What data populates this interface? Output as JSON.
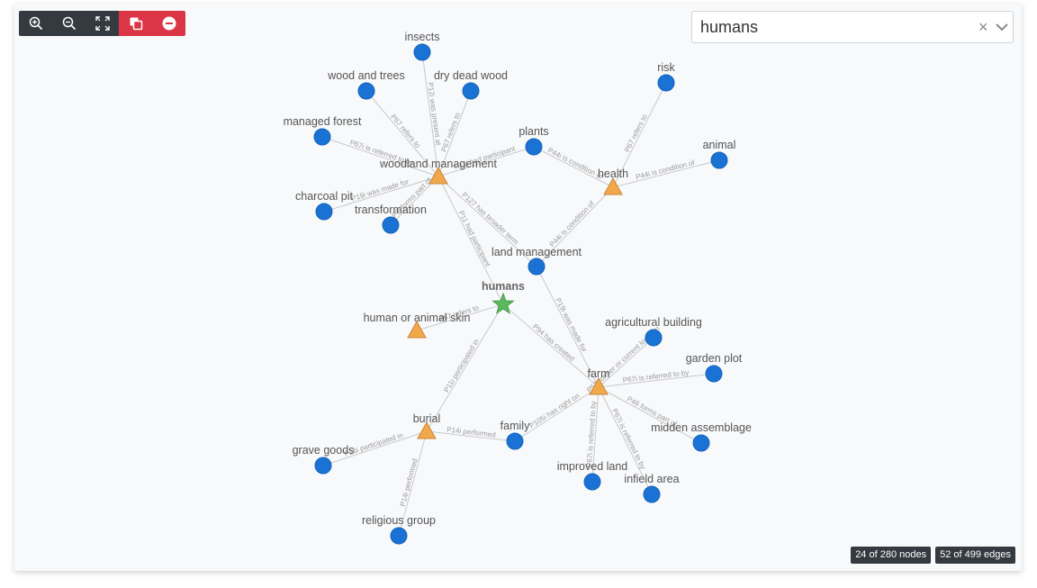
{
  "toolbar": {
    "buttons": [
      {
        "id": "zoom-in",
        "icon": "zoom-in-icon",
        "color": "#343a40"
      },
      {
        "id": "zoom-out",
        "icon": "zoom-out-icon",
        "color": "#343a40"
      },
      {
        "id": "fit",
        "icon": "expand-icon",
        "color": "#343a40"
      },
      {
        "id": "copy",
        "icon": "copy-icon",
        "color": "#dc3545"
      },
      {
        "id": "remove",
        "icon": "minus-circle-icon",
        "color": "#dc3545"
      }
    ]
  },
  "search": {
    "value": "humans",
    "clear_label": "×"
  },
  "counters": {
    "nodes": "24 of 280 nodes",
    "edges": "52 of 499 edges"
  },
  "colors": {
    "concept": "#1a73d4",
    "hub": "#f0a84a",
    "focus": "#5cb85c"
  },
  "nodes": [
    {
      "id": "humans",
      "label": "humans",
      "shape": "star"
    },
    {
      "id": "woodland_management",
      "label": "woodland management",
      "shape": "triangle"
    },
    {
      "id": "health",
      "label": "health",
      "shape": "triangle"
    },
    {
      "id": "land_management",
      "label": "land management",
      "shape": "circle"
    },
    {
      "id": "human_skin",
      "label": "human or animal skin",
      "shape": "triangle"
    },
    {
      "id": "farm",
      "label": "farm",
      "shape": "triangle"
    },
    {
      "id": "burial",
      "label": "burial",
      "shape": "triangle"
    },
    {
      "id": "insects",
      "label": "insects",
      "shape": "circle"
    },
    {
      "id": "wood_trees",
      "label": "wood and trees",
      "shape": "circle"
    },
    {
      "id": "dry_dead_wood",
      "label": "dry dead wood",
      "shape": "circle"
    },
    {
      "id": "managed_forest",
      "label": "managed forest",
      "shape": "circle"
    },
    {
      "id": "charcoal_pit",
      "label": "charcoal pit",
      "shape": "circle"
    },
    {
      "id": "transformation",
      "label": "transformation",
      "shape": "circle"
    },
    {
      "id": "plants",
      "label": "plants",
      "shape": "circle"
    },
    {
      "id": "risk",
      "label": "risk",
      "shape": "circle"
    },
    {
      "id": "animal",
      "label": "animal",
      "shape": "circle"
    },
    {
      "id": "agri_building",
      "label": "agricultural building",
      "shape": "circle"
    },
    {
      "id": "garden_plot",
      "label": "garden plot",
      "shape": "circle"
    },
    {
      "id": "midden",
      "label": "midden assemblage",
      "shape": "circle"
    },
    {
      "id": "infield",
      "label": "infield area",
      "shape": "circle"
    },
    {
      "id": "improved_land",
      "label": "improved land",
      "shape": "circle"
    },
    {
      "id": "family",
      "label": "family",
      "shape": "circle"
    },
    {
      "id": "grave_goods",
      "label": "grave goods",
      "shape": "circle"
    },
    {
      "id": "religious_group",
      "label": "religious group",
      "shape": "circle"
    }
  ],
  "edges": [
    {
      "from": "insects",
      "to": "woodland_management",
      "label": "P12i was present at"
    },
    {
      "from": "wood_trees",
      "to": "woodland_management",
      "label": "P67 refers to"
    },
    {
      "from": "dry_dead_wood",
      "to": "woodland_management",
      "label": "P67 refers to"
    },
    {
      "from": "managed_forest",
      "to": "woodland_management",
      "label": "P67i is referred to by"
    },
    {
      "from": "charcoal_pit",
      "to": "woodland_management",
      "label": "P19i was made for"
    },
    {
      "from": "transformation",
      "to": "woodland_management",
      "label": "P9i forms part of"
    },
    {
      "from": "plants",
      "to": "woodland_management",
      "label": "P11i had participant"
    },
    {
      "from": "woodland_management",
      "to": "land_management",
      "label": "P127 has broader term"
    },
    {
      "from": "woodland_management",
      "to": "humans",
      "label": "P11 had participant"
    },
    {
      "from": "risk",
      "to": "health",
      "label": "P67 refers to"
    },
    {
      "from": "animal",
      "to": "health",
      "label": "P44i is condition of"
    },
    {
      "from": "plants",
      "to": "health",
      "label": "P44i is condition of"
    },
    {
      "from": "health",
      "to": "land_management",
      "label": "P44i is condition of"
    },
    {
      "from": "land_management",
      "to": "farm",
      "label": "P19i was made for"
    },
    {
      "from": "human_skin",
      "to": "humans",
      "label": "P67 refers to"
    },
    {
      "from": "humans",
      "to": "farm",
      "label": "P94 has created"
    },
    {
      "from": "humans",
      "to": "burial",
      "label": "P11i participated in"
    },
    {
      "from": "agri_building",
      "to": "farm",
      "label": "P53 former or current location"
    },
    {
      "from": "garden_plot",
      "to": "farm",
      "label": "P67i is referred to by"
    },
    {
      "from": "midden",
      "to": "farm",
      "label": "P46 forms part of"
    },
    {
      "from": "infield",
      "to": "farm",
      "label": "P67i is referred to by"
    },
    {
      "from": "improved_land",
      "to": "farm",
      "label": "P67i is referred to by"
    },
    {
      "from": "family",
      "to": "farm",
      "label": "P105i has right on"
    },
    {
      "from": "family",
      "to": "burial",
      "label": "P14i performed"
    },
    {
      "from": "grave_goods",
      "to": "burial",
      "label": "P16i participated in"
    },
    {
      "from": "religious_group",
      "to": "burial",
      "label": "P14i performed"
    }
  ]
}
